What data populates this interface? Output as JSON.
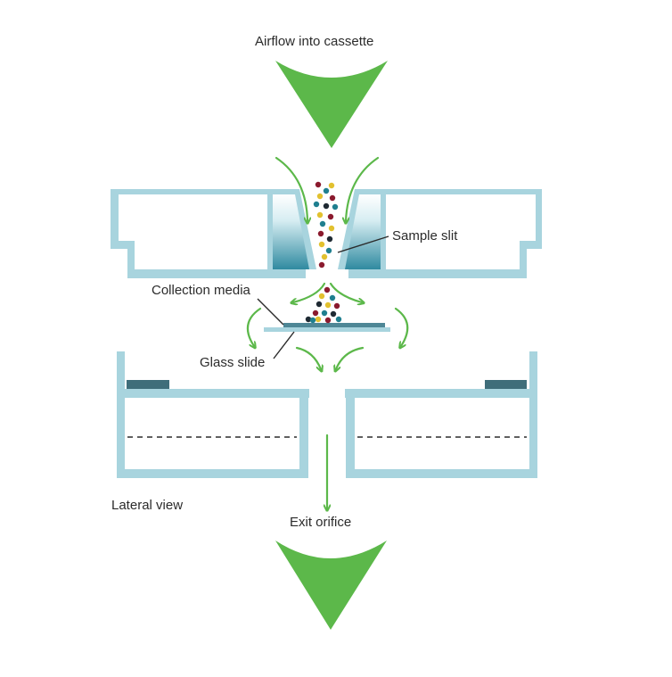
{
  "labels": {
    "airflow_in": "Airflow into cassette",
    "sample_slit": "Sample slit",
    "collection_media": "Collection media",
    "glass_slide": "Glass slide",
    "lateral_view": "Lateral view",
    "exit_orifice": "Exit orifice"
  },
  "colors": {
    "housing": "#a8d4de",
    "slit_fill": "#2f8aa0",
    "slide": "#4e8796",
    "pad": "#3f6e7a",
    "arrow": "#5cb84a",
    "text": "#2b2b2b",
    "particles": [
      "#8b1a2e",
      "#e2c12f",
      "#1f7f8f",
      "#1f2a33"
    ]
  },
  "icons": {
    "inflow_arrow": "chevron-down-arrow-icon",
    "outflow_arrow": "chevron-down-arrow-icon"
  }
}
